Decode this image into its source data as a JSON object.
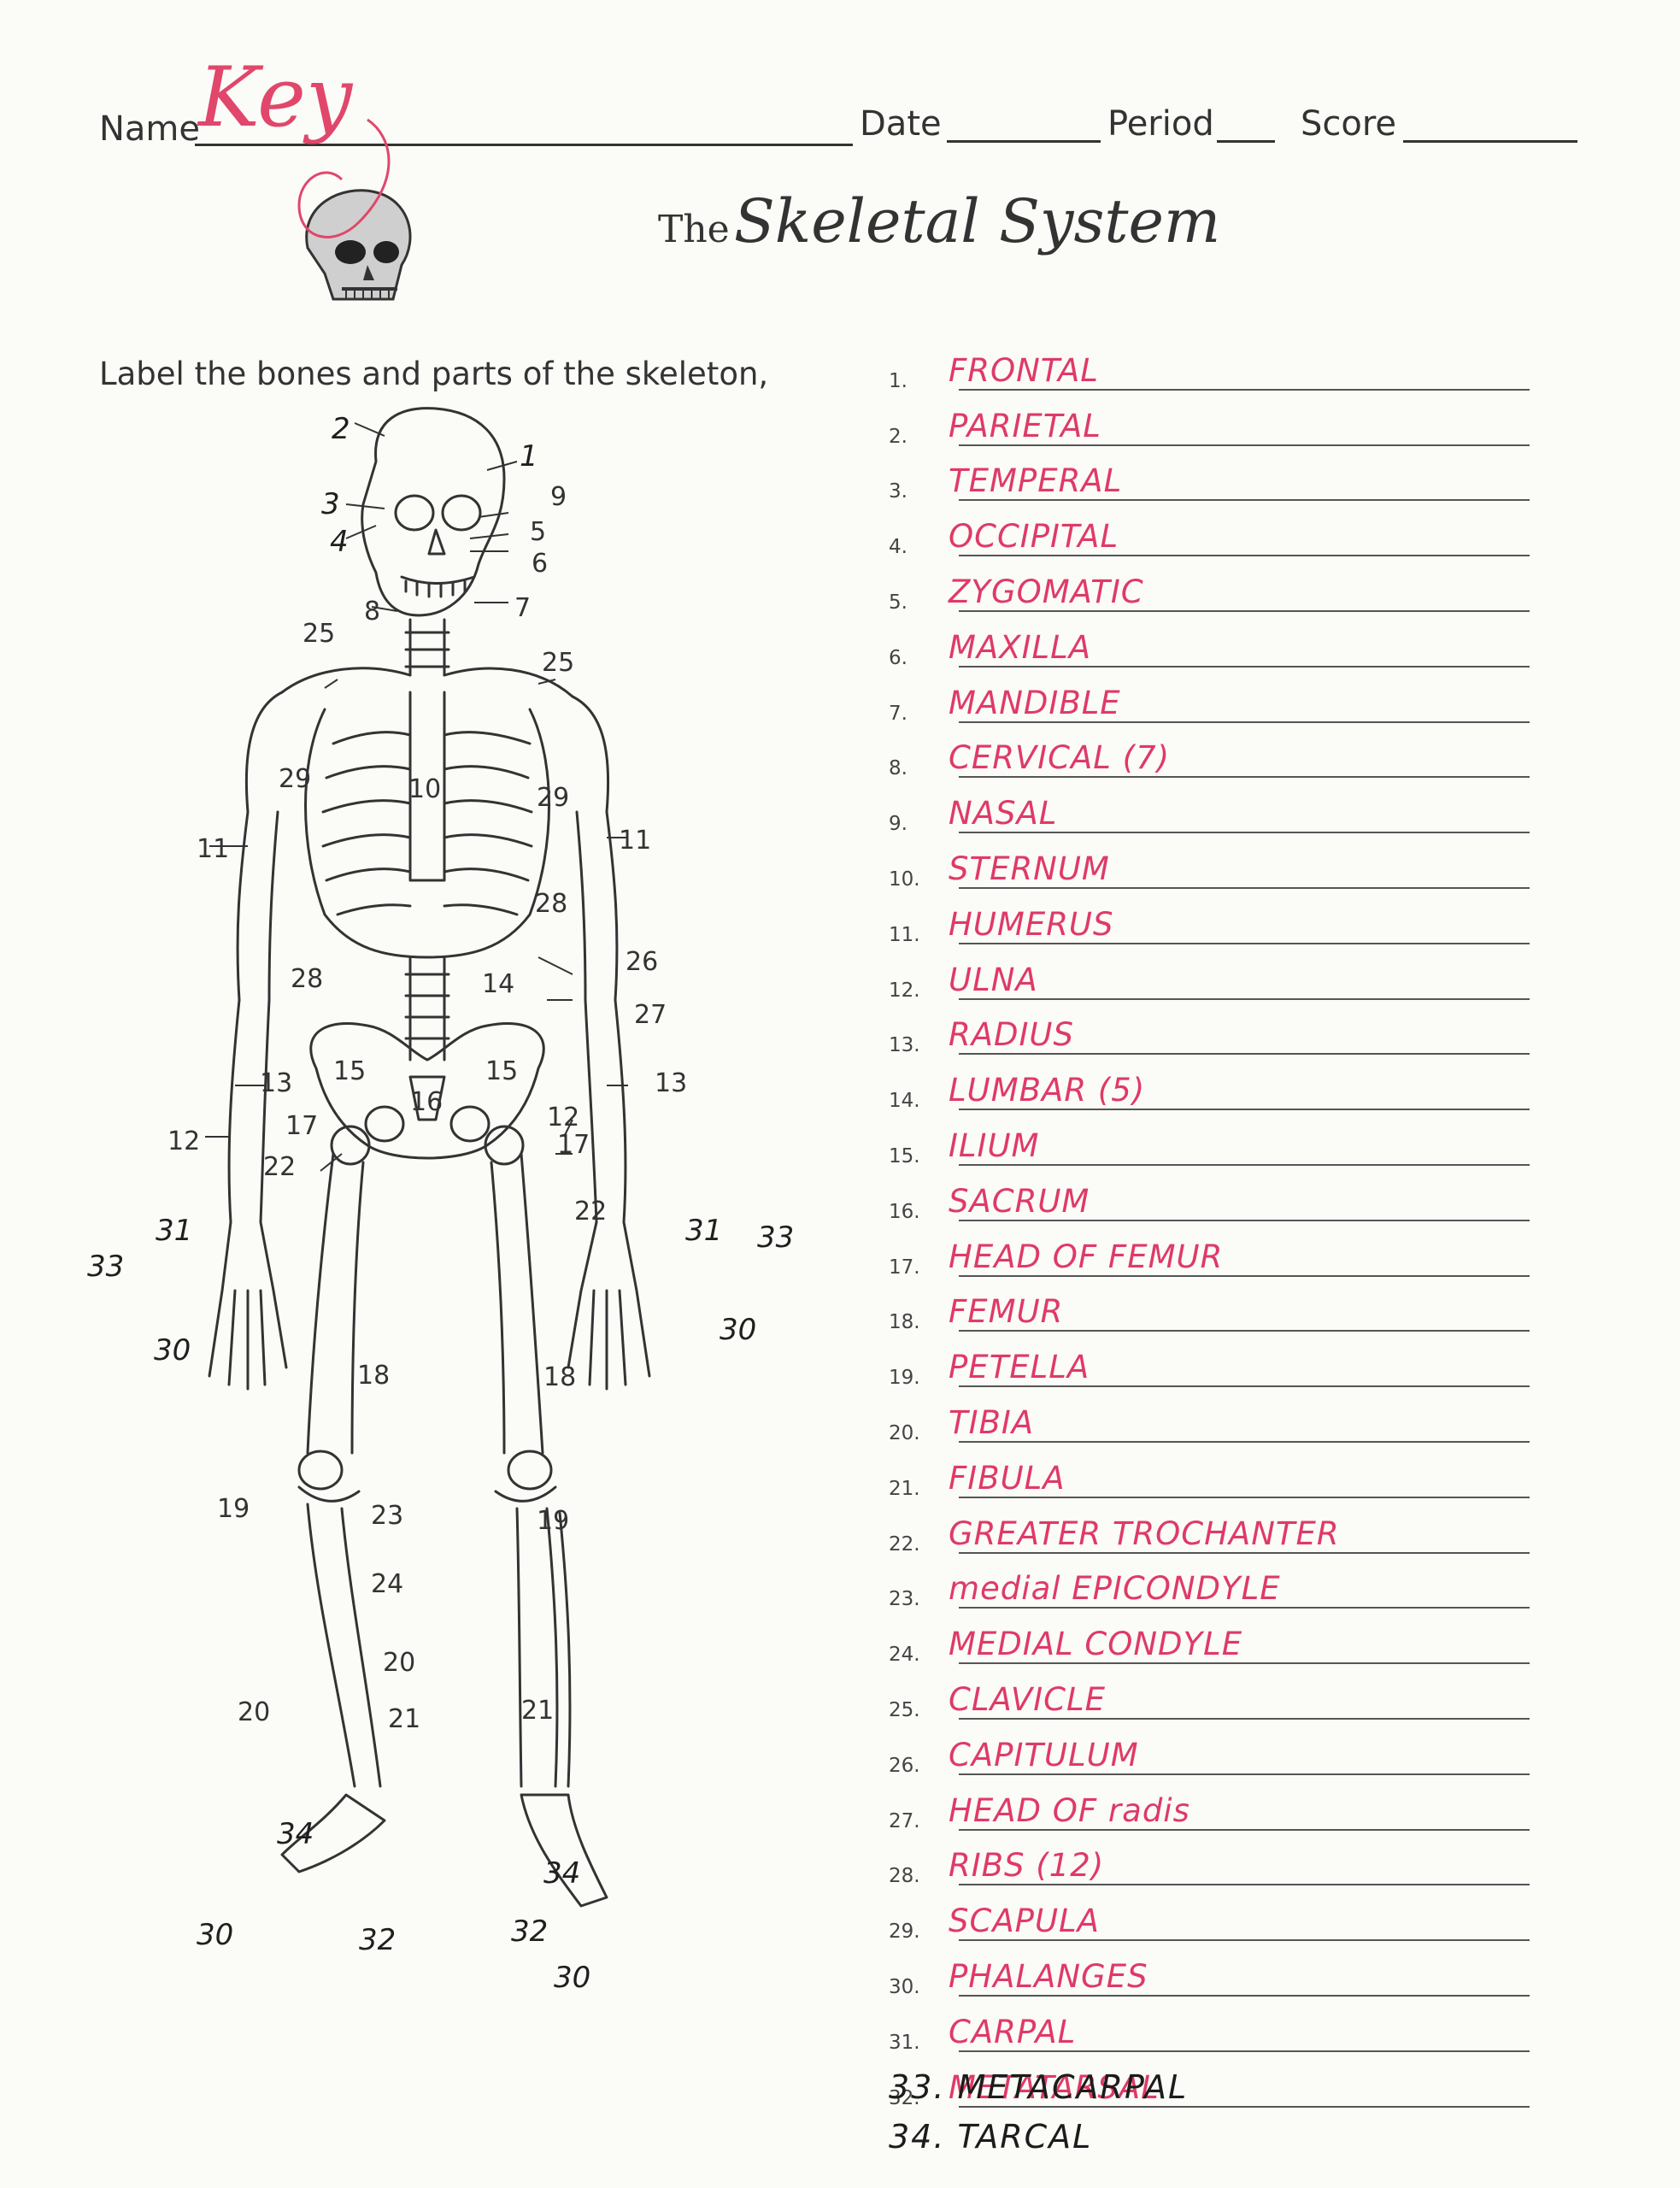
{
  "header": {
    "name_label": "Name",
    "name_value": "Key",
    "date_label": "Date",
    "period_label": "Period",
    "score_label": "Score"
  },
  "title": {
    "prefix": "The",
    "main": "Skeletal System"
  },
  "instructions": "Label the bones and parts of the skeleton,",
  "answers": [
    {
      "num": "1.",
      "text": "FRONTAL"
    },
    {
      "num": "2.",
      "text": "PARIETAL"
    },
    {
      "num": "3.",
      "text": "TEMPERAL"
    },
    {
      "num": "4.",
      "text": "OCCIPITAL"
    },
    {
      "num": "5.",
      "text": "ZYGOMATIC"
    },
    {
      "num": "6.",
      "text": "MAXILLA"
    },
    {
      "num": "7.",
      "text": "MANDIBLE"
    },
    {
      "num": "8.",
      "text": "CERVICAL (7)"
    },
    {
      "num": "9.",
      "text": "NASAL"
    },
    {
      "num": "10.",
      "text": "STERNUM"
    },
    {
      "num": "11.",
      "text": "HUMERUS"
    },
    {
      "num": "12.",
      "text": "ULNA"
    },
    {
      "num": "13.",
      "text": "RADIUS"
    },
    {
      "num": "14.",
      "text": "LUMBAR (5)"
    },
    {
      "num": "15.",
      "text": "ILIUM"
    },
    {
      "num": "16.",
      "text": "SACRUM"
    },
    {
      "num": "17.",
      "text": "HEAD OF FEMUR"
    },
    {
      "num": "18.",
      "text": "FEMUR"
    },
    {
      "num": "19.",
      "text": "PETELLA"
    },
    {
      "num": "20.",
      "text": "TIBIA"
    },
    {
      "num": "21.",
      "text": "FIBULA"
    },
    {
      "num": "22.",
      "text": "GREATER TROCHANTER"
    },
    {
      "num": "23.",
      "text": "medial EPICONDYLE"
    },
    {
      "num": "24.",
      "text": "MEDIAL CONDYLE"
    },
    {
      "num": "25.",
      "text": "CLAVICLE"
    },
    {
      "num": "26.",
      "text": "CAPITULUM"
    },
    {
      "num": "27.",
      "text": "HEAD OF radis"
    },
    {
      "num": "28.",
      "text": "RIBS (12)"
    },
    {
      "num": "29.",
      "text": "SCAPULA"
    },
    {
      "num": "30.",
      "text": "PHALANGES"
    },
    {
      "num": "31.",
      "text": "CARPAL"
    },
    {
      "num": "32.",
      "text": "METATARSAL"
    }
  ],
  "extra_answers": [
    "33. METACARPAL",
    "34. TARCAL"
  ],
  "skeleton_labels": {
    "l1": "1",
    "l2": "2",
    "l3": "3",
    "l4": "4",
    "l5": "5",
    "l6": "6",
    "l7": "7",
    "l8": "8",
    "l9": "9",
    "l10": "10",
    "l11a": "11",
    "l11b": "11",
    "l12a": "12",
    "l12b": "12",
    "l13a": "13",
    "l13b": "13",
    "l14": "14",
    "l15a": "15",
    "l15b": "15",
    "l16": "16",
    "l17a": "17",
    "l17b": "17",
    "l18a": "18",
    "l18b": "18",
    "l19a": "19",
    "l19b": "19",
    "l20a": "20",
    "l20b": "20",
    "l21a": "21",
    "l21b": "21",
    "l22a": "22",
    "l22b": "22",
    "l23": "23",
    "l24": "24",
    "l25a": "25",
    "l25b": "25",
    "l26": "26",
    "l27": "27",
    "l28a": "28",
    "l28b": "28",
    "l29a": "29",
    "l29b": "29",
    "l30a": "30",
    "l30b": "30",
    "l30c": "30",
    "l30d": "30",
    "l31a": "31",
    "l31b": "31",
    "l32a": "32",
    "l32b": "32",
    "l33a": "33",
    "l33b": "33",
    "l34a": "34",
    "l34b": "34"
  }
}
